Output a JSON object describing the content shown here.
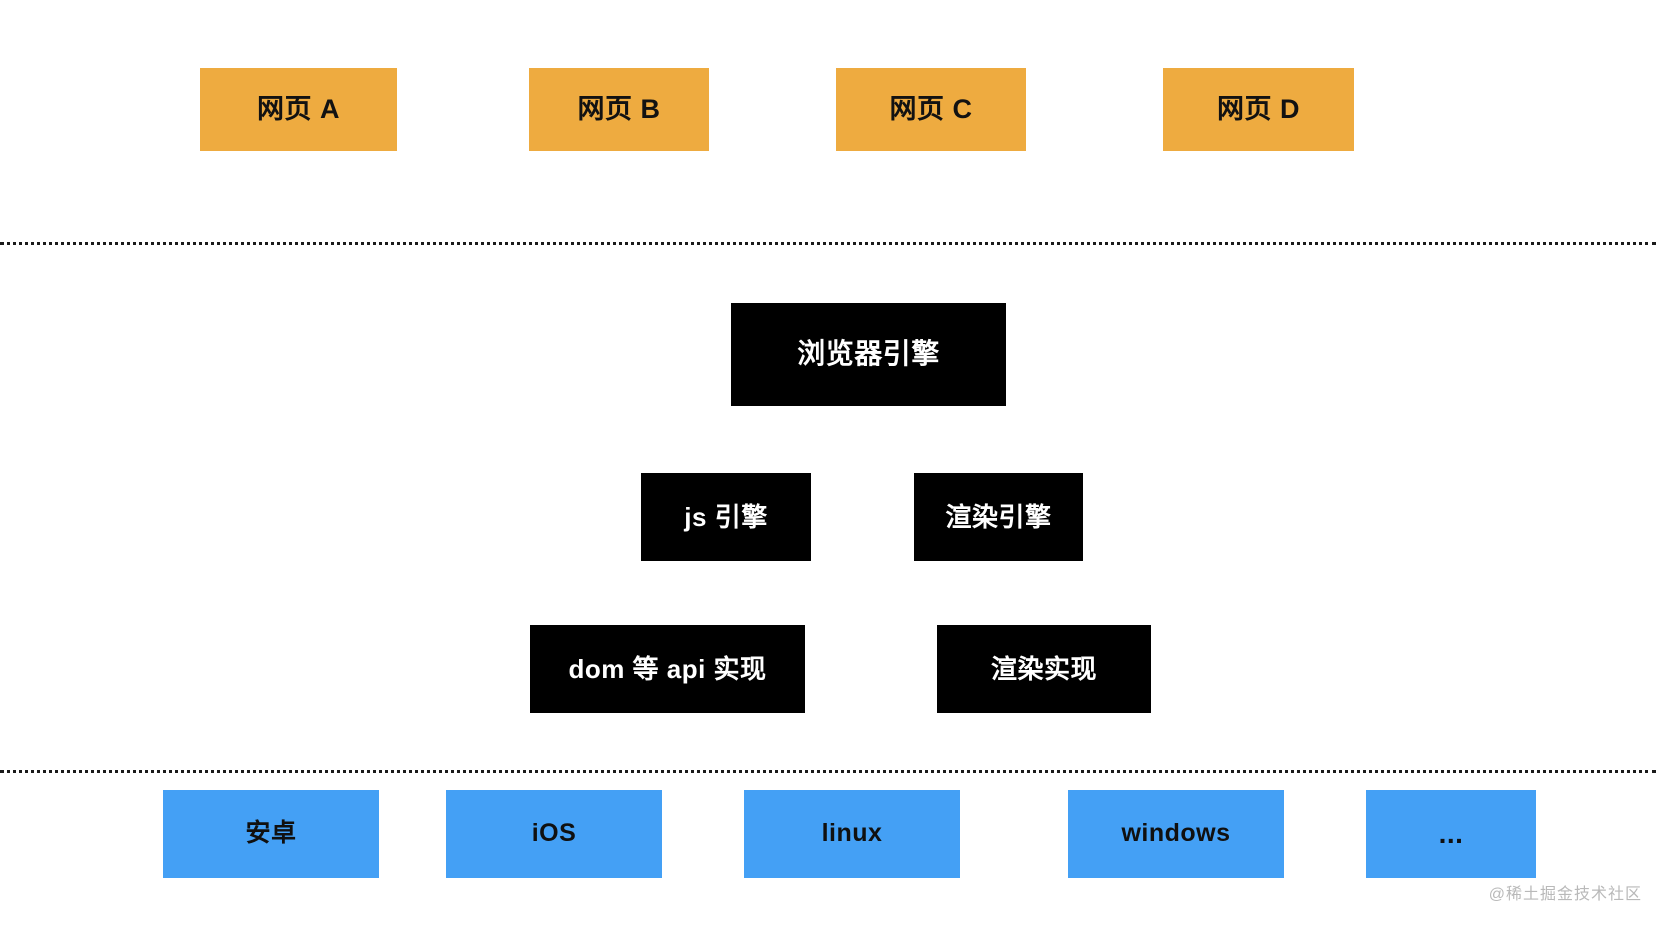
{
  "diagram": {
    "title": "browser-architecture-layers",
    "background_color": "#ffffff",
    "colors": {
      "page_layer": "#eeab40",
      "engine_layer": "#000000",
      "engine_text": "#ffffff",
      "os_layer": "#44a0f5",
      "divider": "#1a1a1a",
      "watermark": "#b9b9b9"
    }
  },
  "layers": {
    "pages": {
      "name": "web-pages-layer",
      "items": [
        {
          "label": "网页 A"
        },
        {
          "label": "网页 B"
        },
        {
          "label": "网页 C"
        },
        {
          "label": "网页 D"
        }
      ]
    },
    "engines": {
      "name": "browser-engine-layer",
      "root": {
        "label": "浏览器引擎"
      },
      "row2": [
        {
          "label": "js 引擎"
        },
        {
          "label": "渲染引擎"
        }
      ],
      "row3": [
        {
          "label": "dom 等 api 实现"
        },
        {
          "label": "渲染实现"
        }
      ]
    },
    "os": {
      "name": "operating-system-layer",
      "items": [
        {
          "label": "安卓"
        },
        {
          "label": "iOS"
        },
        {
          "label": "linux"
        },
        {
          "label": "windows"
        },
        {
          "label": "..."
        }
      ]
    }
  },
  "watermark": {
    "text": "@稀土掘金技术社区"
  }
}
